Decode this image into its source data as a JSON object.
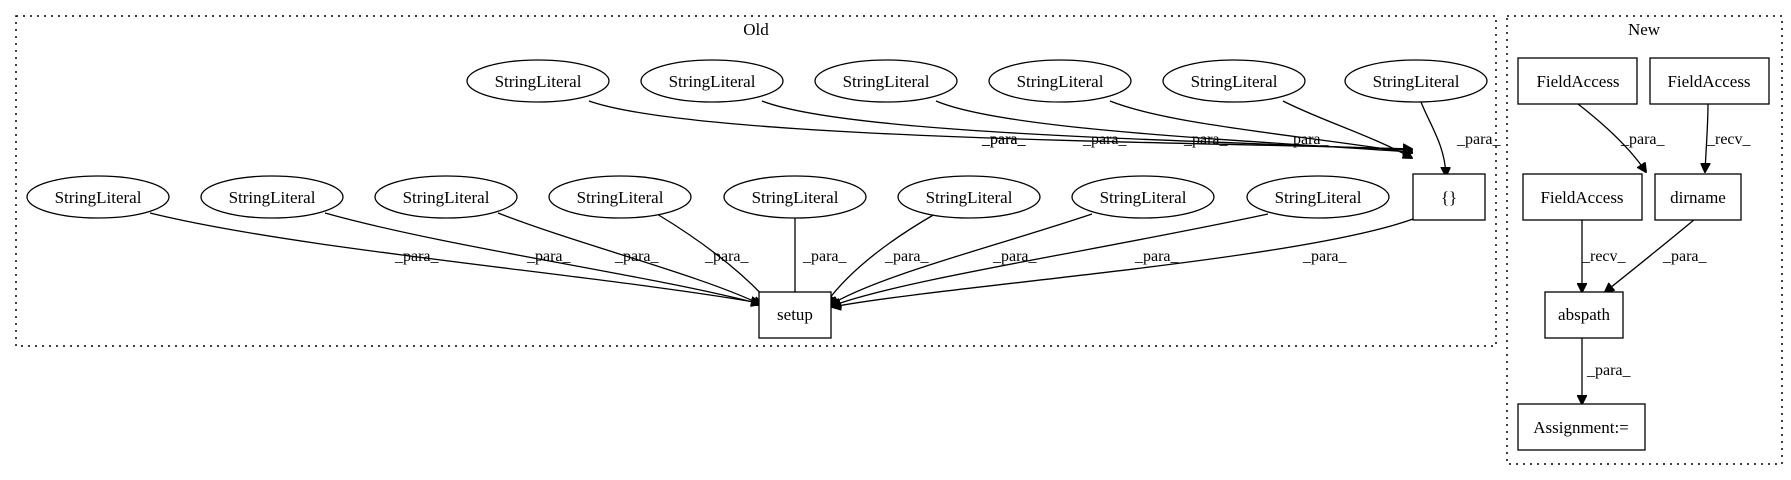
{
  "clusters": {
    "old": {
      "label": "Old"
    },
    "new": {
      "label": "New"
    }
  },
  "nodes": {
    "o_sl_top_1": "StringLiteral",
    "o_sl_top_2": "StringLiteral",
    "o_sl_top_3": "StringLiteral",
    "o_sl_top_4": "StringLiteral",
    "o_sl_top_5": "StringLiteral",
    "o_sl_top_6": "StringLiteral",
    "o_sl_bot_1": "StringLiteral",
    "o_sl_bot_2": "StringLiteral",
    "o_sl_bot_3": "StringLiteral",
    "o_sl_bot_4": "StringLiteral",
    "o_sl_bot_5": "StringLiteral",
    "o_sl_bot_6": "StringLiteral",
    "o_sl_bot_7": "StringLiteral",
    "o_sl_bot_8": "StringLiteral",
    "o_braces": "{}",
    "o_setup": "setup",
    "n_fa_1": "FieldAccess",
    "n_fa_2": "FieldAccess",
    "n_fa_3": "FieldAccess",
    "n_dirname": "dirname",
    "n_abspath": "abspath",
    "n_assign": "Assignment:="
  },
  "edge_labels": {
    "para": "_para_",
    "recv": "_recv_"
  }
}
